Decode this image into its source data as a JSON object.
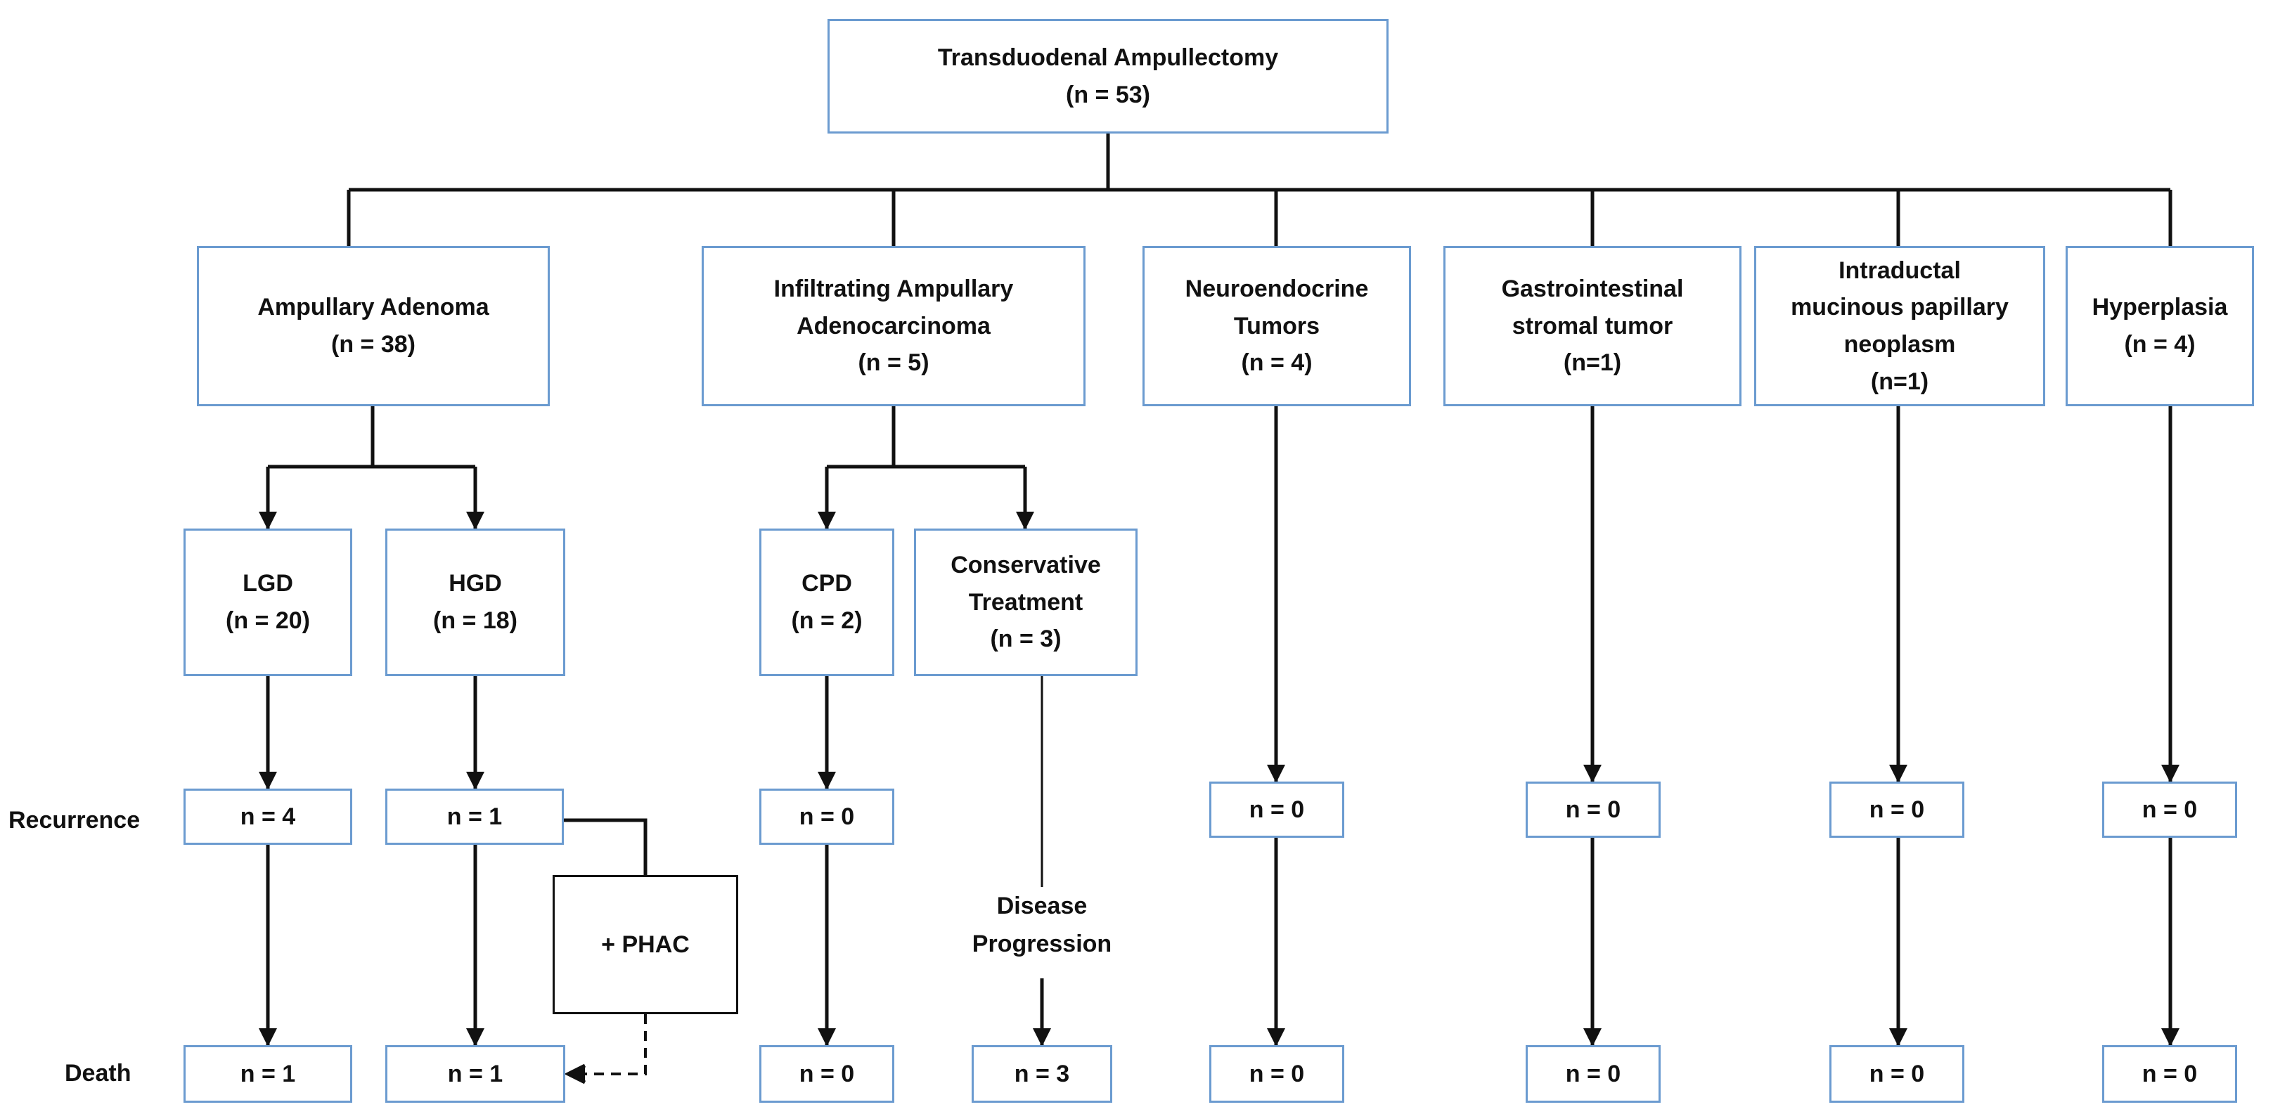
{
  "root": {
    "title": "Transduodenal Ampullectomy",
    "count": "(n = 53)"
  },
  "categories": {
    "adenoma": {
      "line1": "Ampullary Adenoma",
      "count": "(n = 38)"
    },
    "adenocarcinoma": {
      "line1": "Infiltrating Ampullary",
      "line2": "Adenocarcinoma",
      "count": "(n = 5)"
    },
    "net": {
      "line1": "Neuroendocrine",
      "line2": "Tumors",
      "count": "(n = 4)"
    },
    "gist": {
      "line1": "Gastrointestinal",
      "line2": "stromal tumor",
      "count": "(n=1)"
    },
    "ipmn": {
      "line1": "Intraductal",
      "line2": "mucinous papillary",
      "line3": "neoplasm",
      "count": "(n=1)"
    },
    "hyperplasia": {
      "line1": "Hyperplasia",
      "count": "(n = 4)"
    }
  },
  "subcategories": {
    "lgd": {
      "line1": "LGD",
      "count": "(n = 20)"
    },
    "hgd": {
      "line1": "HGD",
      "count": "(n = 18)"
    },
    "cpd": {
      "line1": "CPD",
      "count": "(n = 2)"
    },
    "conservative": {
      "line1": "Conservative",
      "line2": "Treatment",
      "count": "(n = 3)"
    }
  },
  "row_labels": {
    "recurrence": "Recurrence",
    "death": "Death"
  },
  "recurrence": {
    "lgd": "n = 4",
    "hgd": "n = 1",
    "cpd": "n = 0",
    "net": "n = 0",
    "gist": "n = 0",
    "ipmn": "n = 0",
    "hyperplasia": "n = 0"
  },
  "phac": "+ PHAC",
  "disease_progression": {
    "line1": "Disease",
    "line2": "Progression"
  },
  "death": {
    "lgd": "n = 1",
    "hgd": "n = 1",
    "cpd": "n = 0",
    "conservative": "n = 3",
    "net": "n = 0",
    "gist": "n = 0",
    "ipmn": "n = 0",
    "hyperplasia": "n = 0"
  },
  "colors": {
    "box_border": "#6b9bd0",
    "line": "#111111"
  }
}
